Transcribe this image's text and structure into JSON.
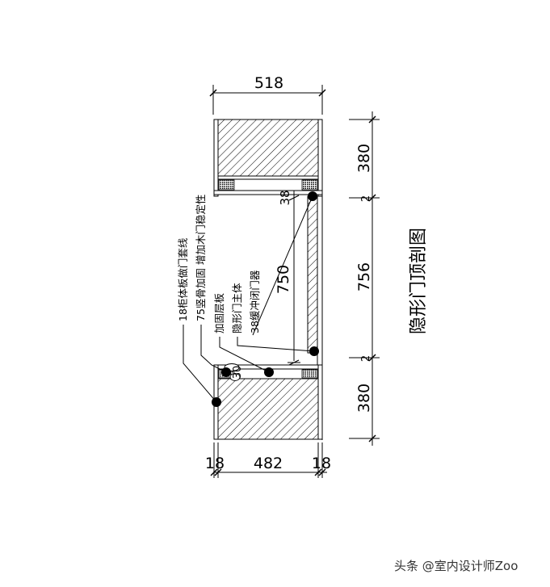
{
  "drawing": {
    "title": "隐形门顶剖图",
    "dimensions": {
      "top_width": "518",
      "bottom_left": "18",
      "bottom_middle": "482",
      "bottom_right": "18",
      "right_top": "380",
      "right_gap_top": "2",
      "right_middle": "756",
      "right_gap_bottom": "2",
      "right_bottom": "380",
      "door_opening": "750",
      "top_offset": "38",
      "bottom_small": "30"
    },
    "notes": [
      {
        "label": "18柜体板做门套线"
      },
      {
        "label": "75竖骨加固 增加木门稳定性"
      },
      {
        "label": "加固层板"
      },
      {
        "label": "隐形门主体"
      },
      {
        "label": "38缓冲闭门器"
      }
    ],
    "colors": {
      "line": "#000000",
      "background": "#ffffff"
    }
  },
  "watermark": {
    "text": "头条 @室内设计师Zoo"
  }
}
